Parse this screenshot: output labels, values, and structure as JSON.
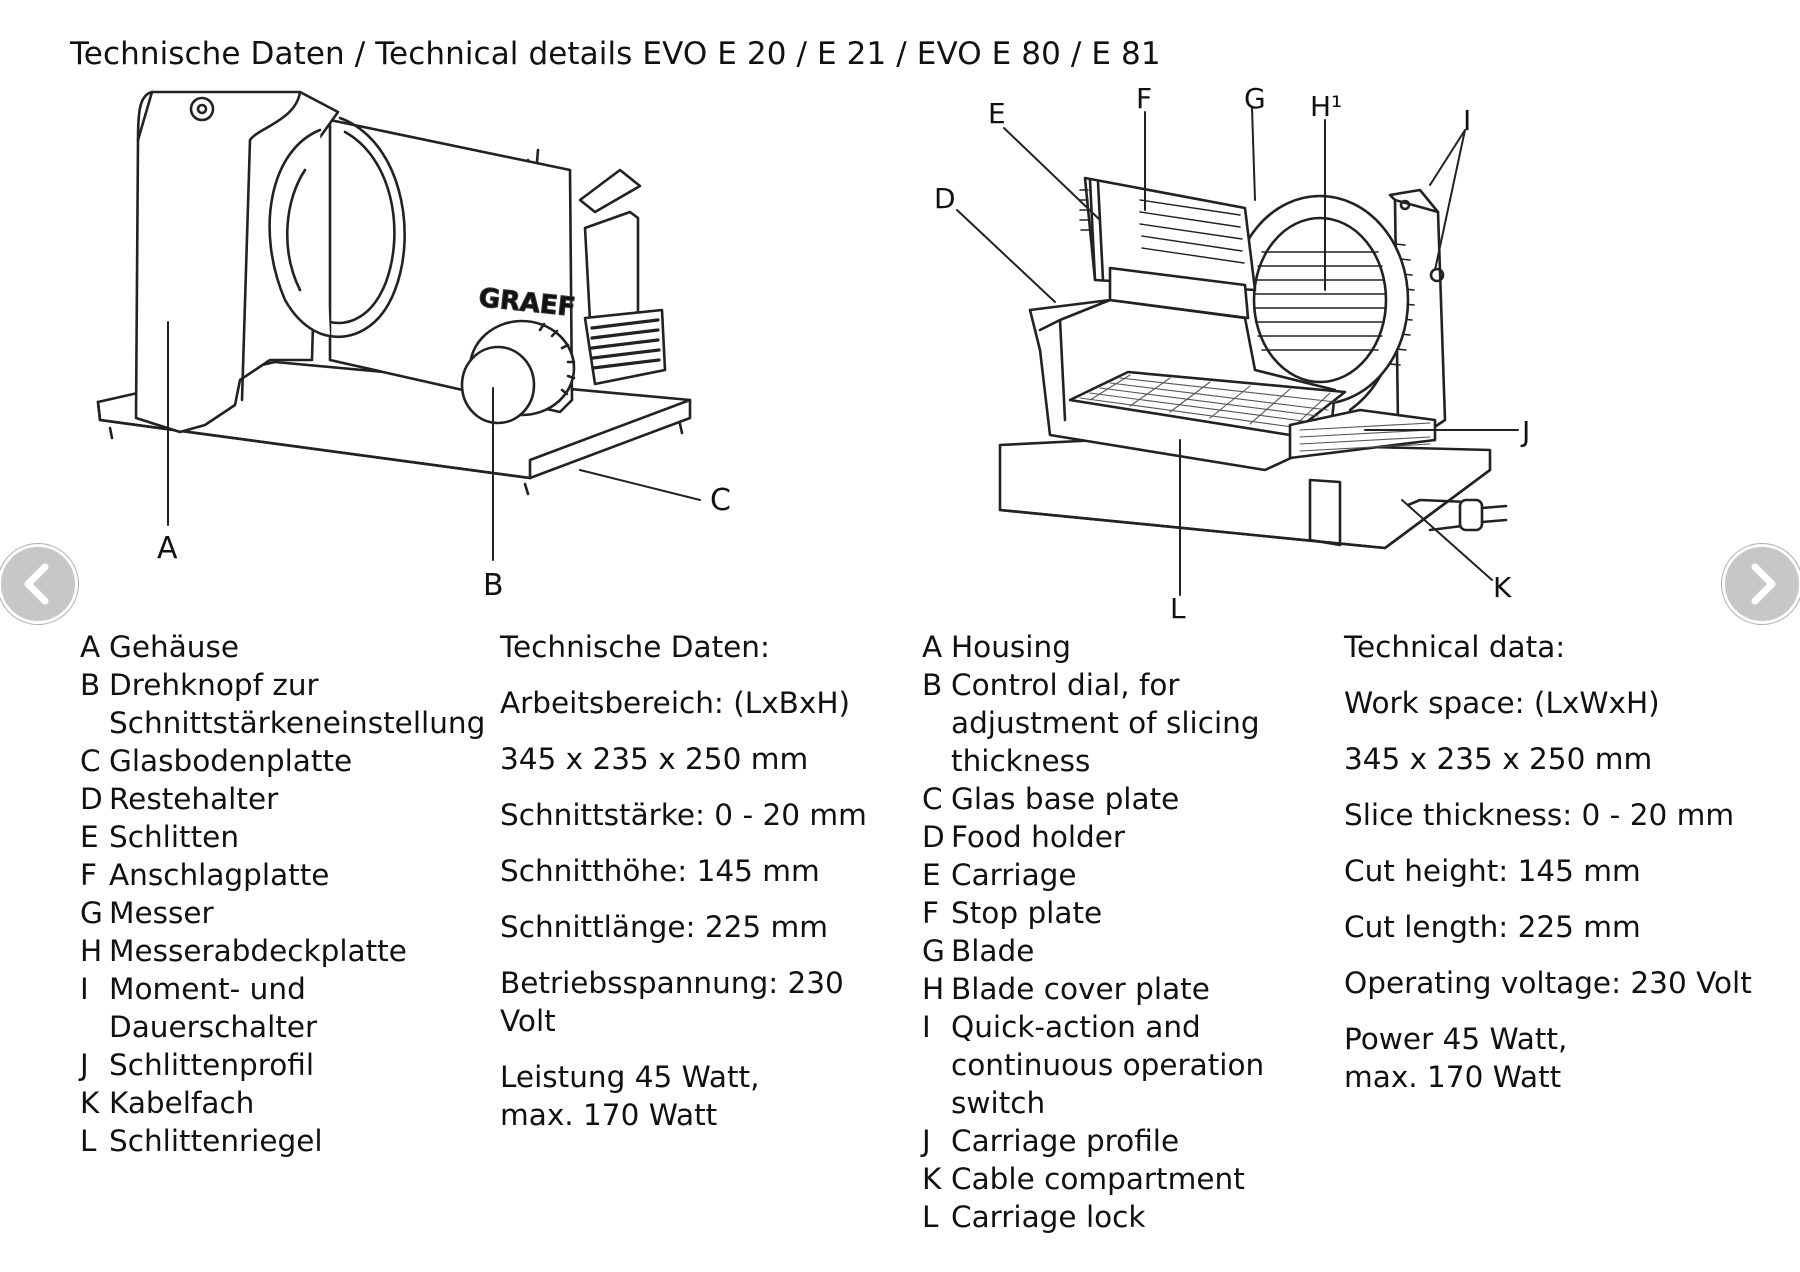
{
  "title": "Technische Daten / Technical details EVO E 20 / E 21 / EVO E 80 / E 81",
  "logo": "GRAEF",
  "callouts_left": [
    "A",
    "B",
    "C"
  ],
  "callouts_right": [
    "E",
    "F",
    "G",
    "H¹",
    "I",
    "D",
    "J",
    "K",
    "L"
  ],
  "parts_de": [
    {
      "key": "A",
      "text": "Gehäuse"
    },
    {
      "key": "B",
      "text": "Drehknopf zur Schnittstärkeneinstellung"
    },
    {
      "key": "C",
      "text": "Glasbodenplatte"
    },
    {
      "key": "D",
      "text": "Restehalter"
    },
    {
      "key": "E",
      "text": "Schlitten"
    },
    {
      "key": "F",
      "text": "Anschlagplatte"
    },
    {
      "key": "G",
      "text": "Messer"
    },
    {
      "key": "H",
      "text": "Messerabdeckplatte"
    },
    {
      "key": "I",
      "text": "Moment- und Dauerschalter"
    },
    {
      "key": "J",
      "text": "Schlittenprofil"
    },
    {
      "key": "K",
      "text": "Kabelfach"
    },
    {
      "key": "L",
      "text": "Schlittenriegel"
    }
  ],
  "specs_de": {
    "heading": "Technische Daten:",
    "work_label": "Arbeitsbereich: (LxBxH)",
    "work_value": "345 x 235 x 250 mm",
    "slice": "Schnittstärke: 0 - 20 mm",
    "cut_height": "Schnitthöhe: 145 mm",
    "cut_length": "Schnittlänge: 225 mm",
    "voltage": "Betriebsspannung: 230 Volt",
    "power_1": "Leistung 45 Watt,",
    "power_2": "max. 170 Watt"
  },
  "parts_en": [
    {
      "key": "A",
      "text": "Housing"
    },
    {
      "key": "B",
      "text": "Control dial, for adjustment of slicing thickness"
    },
    {
      "key": "C",
      "text": "Glas base plate"
    },
    {
      "key": "D",
      "text": "Food holder"
    },
    {
      "key": "E",
      "text": "Carriage"
    },
    {
      "key": "F",
      "text": "Stop plate"
    },
    {
      "key": "G",
      "text": "Blade"
    },
    {
      "key": "H",
      "text": "Blade cover plate"
    },
    {
      "key": "I",
      "text": "Quick-action and continuous operation switch"
    },
    {
      "key": "J",
      "text": "Carriage profile"
    },
    {
      "key": "K",
      "text": "Cable compartment"
    },
    {
      "key": "L",
      "text": "Carriage lock"
    }
  ],
  "specs_en": {
    "heading": "Technical data:",
    "work_label": "Work space: (LxWxH)",
    "work_value": "345 x 235 x 250 mm",
    "slice": "Slice thickness: 0 - 20 mm",
    "cut_height": "Cut height: 145 mm",
    "cut_length": "Cut length: 225 mm",
    "voltage": "Operating voltage: 230 Volt",
    "power_1": "Power 45 Watt,",
    "power_2": "max. 170 Watt"
  },
  "nav": {
    "prev_icon": "chevron-left-icon",
    "next_icon": "chevron-right-icon"
  }
}
